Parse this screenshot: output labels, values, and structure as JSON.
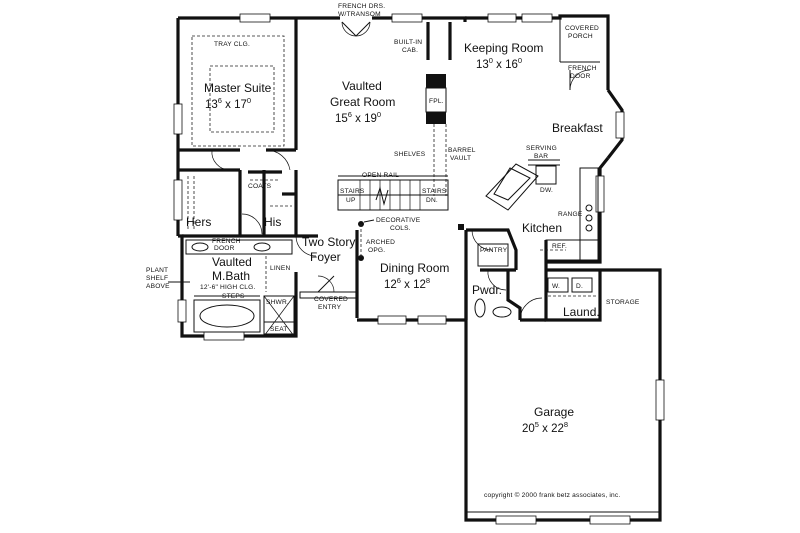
{
  "rooms": {
    "master_suite": {
      "label": "Master Suite",
      "w_ft": "13",
      "w_in": "6",
      "l_ft": "17",
      "l_in": "0"
    },
    "great_room": {
      "label_1": "Vaulted",
      "label_2": "Great Room",
      "w_ft": "15",
      "w_in": "6",
      "l_ft": "19",
      "l_in": "0"
    },
    "keeping_room": {
      "label": "Keeping Room",
      "w_ft": "13",
      "w_in": "0",
      "l_ft": "16",
      "l_in": "0"
    },
    "breakfast": {
      "label": "Breakfast"
    },
    "kitchen": {
      "label": "Kitchen"
    },
    "dining_room": {
      "label": "Dining Room",
      "w_ft": "12",
      "w_in": "6",
      "l_ft": "12",
      "l_in": "8"
    },
    "foyer": {
      "label_1": "Two Story",
      "label_2": "Foyer"
    },
    "bath": {
      "label_1": "Vaulted",
      "label_2": "M.Bath",
      "note": "12'-6\" HIGH CLG."
    },
    "hers": {
      "label": "Hers"
    },
    "his": {
      "label": "His"
    },
    "powder": {
      "label": "Pwdr."
    },
    "laundry": {
      "label": "Laund."
    },
    "garage": {
      "label": "Garage",
      "w_ft": "20",
      "w_in": "5",
      "l_ft": "22",
      "l_in": "8"
    }
  },
  "notes": {
    "tray_clg": "TRAY CLG.",
    "french_drs_1": "FRENCH DRS.",
    "french_drs_2": "W/TRANSOM",
    "built_in_1": "BUILT-IN",
    "built_in_2": "CAB.",
    "fpl": "FPL.",
    "covered_porch_1": "COVERED",
    "covered_porch_2": "PORCH",
    "french_door_1": "FRENCH",
    "french_door_2": "DOOR",
    "shelves": "SHELVES",
    "barrel_vault_1": "BARREL",
    "barrel_vault_2": "VAULT",
    "serving_bar_1": "SERVING",
    "serving_bar_2": "BAR",
    "dw": "DW.",
    "open_rail": "OPEN RAIL",
    "stairs_up_1": "STAIRS",
    "stairs_up_2": "UP",
    "stairs_dn_1": "STAIRS",
    "stairs_dn_2": "DN.",
    "coats": "COATS",
    "decorative_cols_1": "DECORATIVE",
    "decorative_cols_2": "COLS.",
    "arched_opg_1": "ARCHED",
    "arched_opg_2": "OPG.",
    "range": "RANGE",
    "ref": "REF.",
    "pantry": "PANTRY",
    "french_door_bath_1": "FRENCH",
    "french_door_bath_2": "DOOR",
    "linen": "LINEN",
    "plant_shelf_1": "PLANT",
    "plant_shelf_2": "SHELF",
    "plant_shelf_3": "ABOVE",
    "steps": "STEPS",
    "shwr": "SHWR.",
    "seat": "SEAT",
    "covered_entry_1": "COVERED",
    "covered_entry_2": "ENTRY",
    "washer": "W.",
    "dryer": "D.",
    "storage": "STORAGE"
  },
  "copyright": "copyright © 2000 frank betz associates, inc."
}
